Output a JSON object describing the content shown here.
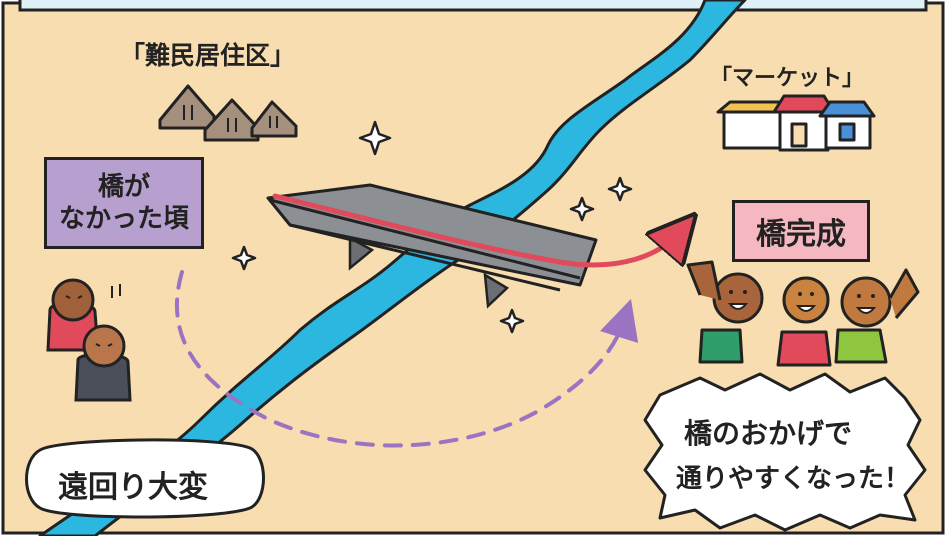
{
  "labels": {
    "refugee_area": "「難民居住区」",
    "market": "「マーケット」",
    "before_line1": "橋が",
    "before_line2": "なかった頃",
    "completed": "橋完成",
    "detour": "遠回り大変",
    "thanks_line1": "橋のおかげで",
    "thanks_line2": "通りやすくなった！"
  },
  "colors": {
    "background": "#f7ddb0",
    "river": "#2bb7e0",
    "before_box": "#b79fcf",
    "completed_box": "#f5b8c0",
    "path_arrow": "#9a74c2",
    "route_arrow": "#e04a5a",
    "bridge": "#6b6e73"
  }
}
